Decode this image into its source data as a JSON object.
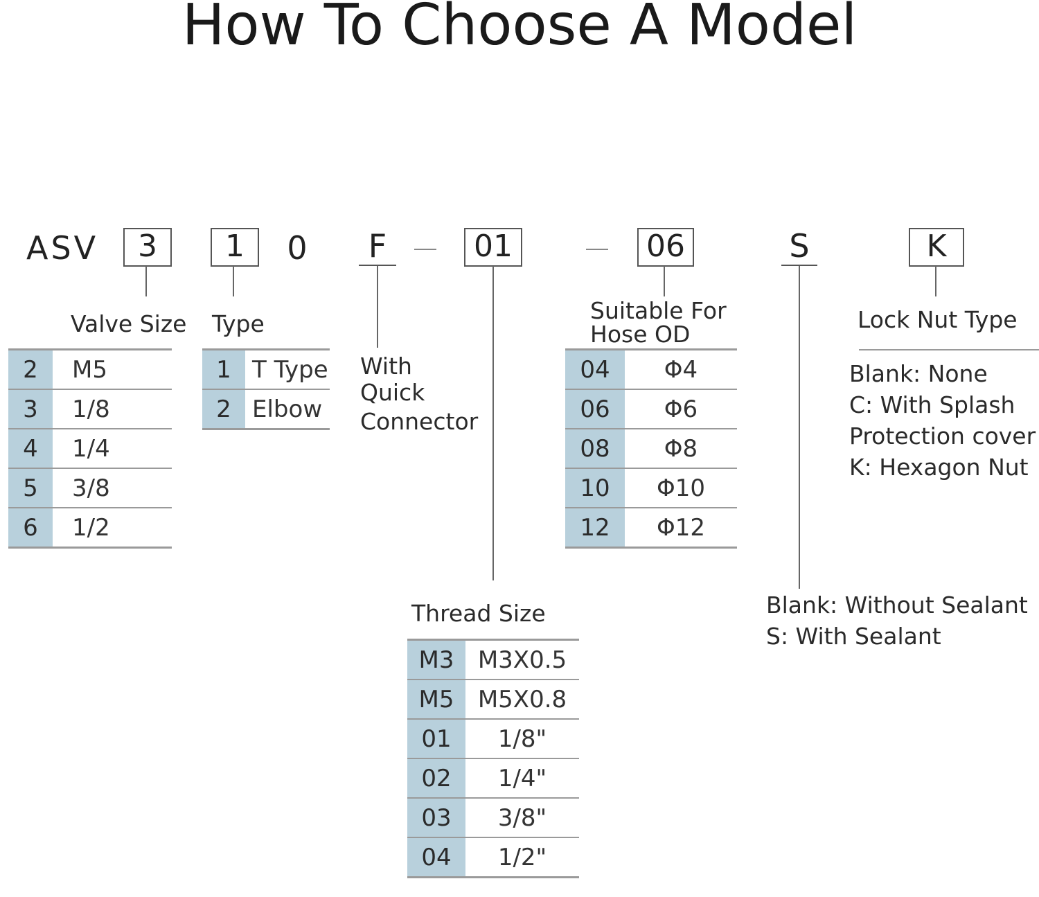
{
  "title": "How To Choose A Model",
  "model_code": {
    "prefix": "ASV",
    "valve_size": "3",
    "type": "1",
    "zero": "0",
    "connector": "F",
    "thread": "01",
    "hose": "06",
    "sealant": "S",
    "lock_nut": "K"
  },
  "labels": {
    "valve_size": "Valve Size",
    "type": "Type",
    "connector": [
      "With",
      "Quick",
      "Connector"
    ],
    "hose": [
      "Suitable For",
      "Hose OD"
    ],
    "lock_nut": "Lock Nut Type",
    "thread": "Thread Size"
  },
  "valve_size_table": [
    {
      "code": "2",
      "value": "M5"
    },
    {
      "code": "3",
      "value": "1/8"
    },
    {
      "code": "4",
      "value": "1/4"
    },
    {
      "code": "5",
      "value": "3/8"
    },
    {
      "code": "6",
      "value": "1/2"
    }
  ],
  "type_table": [
    {
      "code": "1",
      "value": "T Type"
    },
    {
      "code": "2",
      "value": "Elbow"
    }
  ],
  "hose_table": [
    {
      "code": "04",
      "value": "Φ4"
    },
    {
      "code": "06",
      "value": "Φ6"
    },
    {
      "code": "08",
      "value": "Φ8"
    },
    {
      "code": "10",
      "value": "Φ10"
    },
    {
      "code": "12",
      "value": "Φ12"
    }
  ],
  "thread_table": [
    {
      "code": "M3",
      "value": "M3X0.5"
    },
    {
      "code": "M5",
      "value": "M5X0.8"
    },
    {
      "code": "01",
      "value": "1/8\""
    },
    {
      "code": "02",
      "value": "1/4\""
    },
    {
      "code": "03",
      "value": "3/8\""
    },
    {
      "code": "04",
      "value": "1/2\""
    }
  ],
  "lock_nut_options": [
    "Blank: None",
    "C: With Splash",
    "Protection cover",
    "K: Hexagon Nut"
  ],
  "sealant_options": [
    "Blank: Without Sealant",
    "S: With Sealant"
  ],
  "colors": {
    "key_cell": "#b8d0dc",
    "rule": "#9a9a9a"
  }
}
